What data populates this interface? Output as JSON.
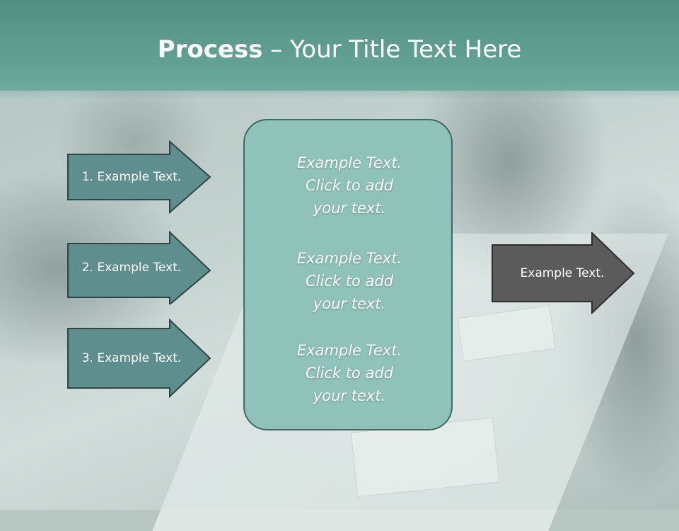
{
  "slide": {
    "title_bold": "Process",
    "title_rest": " – Your Title Text Here"
  },
  "left_arrows": [
    {
      "label": "1. Example Text."
    },
    {
      "label": "2. Example Text."
    },
    {
      "label": "3. Example Text."
    }
  ],
  "center_box": {
    "blocks": [
      {
        "line1": "Example Text.",
        "line2": "Click  to add",
        "line3": "your text."
      },
      {
        "line1": "Example Text.",
        "line2": "Click  to add",
        "line3": "your text."
      },
      {
        "line1": "Example Text.",
        "line2": "Click  to add",
        "line3": "your text."
      }
    ]
  },
  "right_arrow": {
    "label": "Example Text."
  },
  "colors": {
    "header": "#5e9c8f",
    "left_arrow_fill": "#5f8e8f",
    "center_box_fill": "#8fc2b8",
    "right_arrow_fill": "#5b5b5b"
  }
}
